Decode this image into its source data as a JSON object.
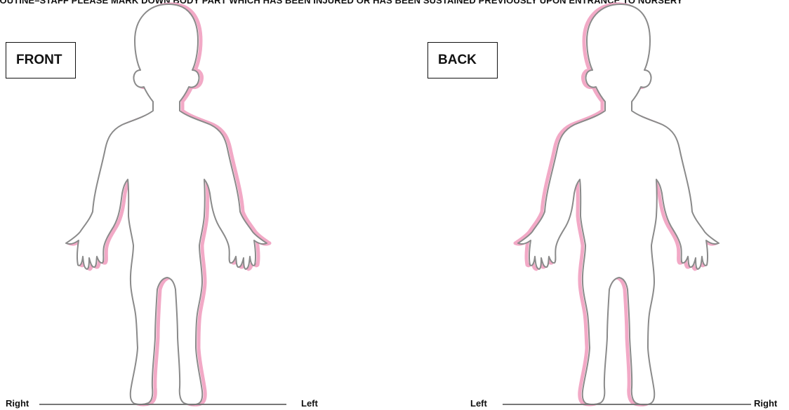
{
  "header": {
    "text": "ROUTINE–STAFF PLEASE MARK DOWN BODY PART WHICH HAS BEEN INJURED OR HAS BEEN SUSTAINED PREVIOUSLY UPON ENTRANCE TO NURSERY"
  },
  "front": {
    "label": "FRONT",
    "right_label": "Right",
    "left_label": "Left"
  },
  "back": {
    "label": "BACK",
    "left_label": "Left",
    "right_label": "Right"
  },
  "colors": {
    "outline": "#8a8a8a",
    "shadow": "#f2a9c6",
    "ground_line": "#777777",
    "text": "#111111"
  }
}
